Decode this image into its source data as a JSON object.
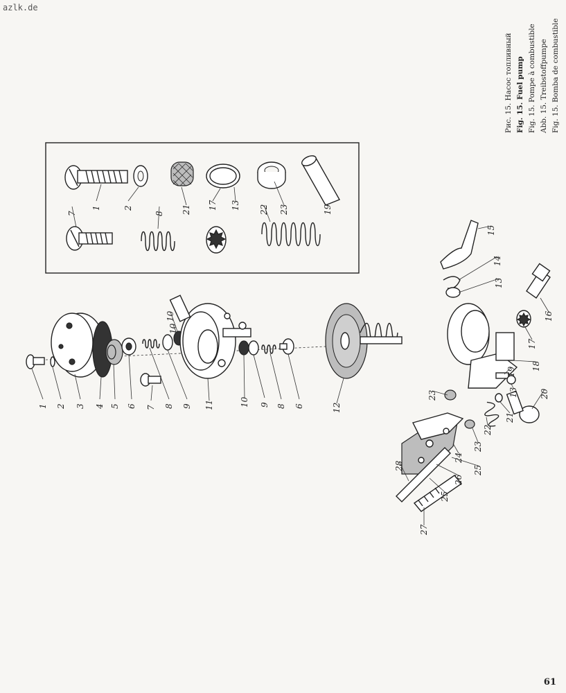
{
  "watermark": "azlk.de",
  "page_number": "61",
  "captions": [
    "Рис. 15. Насос топливный",
    "Fig. 15. Fuel pump",
    "Fig. 15. Pompe à combustible",
    "Abb. 15. Treibstoffpumpe",
    "Fig. 15. Bomba de combustible"
  ],
  "inset_labels": [
    "1",
    "2",
    "21",
    "17",
    "13",
    "23",
    "19",
    "7",
    "8",
    "22"
  ],
  "main_labels": [
    "1",
    "2",
    "3",
    "4",
    "5",
    "6",
    "7",
    "8",
    "9",
    "10",
    "10",
    "11",
    "10",
    "9",
    "8",
    "6",
    "12",
    "15",
    "14",
    "13",
    "16",
    "17",
    "18",
    "19",
    "13",
    "20",
    "21",
    "22",
    "23",
    "23",
    "24",
    "25",
    "26",
    "25",
    "27",
    "28"
  ]
}
